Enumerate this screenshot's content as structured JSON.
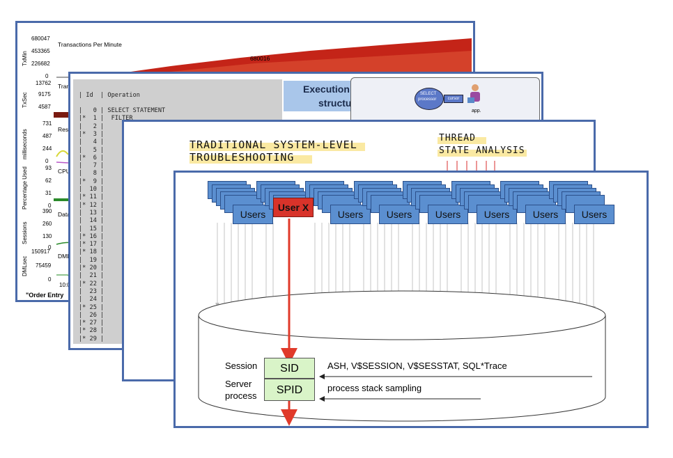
{
  "slide1": {
    "panels": [
      {
        "title": "Transactions Per Minute",
        "unit": "TxMin",
        "ticks": [
          "680047",
          "453365",
          "226682",
          "0"
        ],
        "peak_label": "680016"
      },
      {
        "title": "Tran",
        "unit": "TxSec",
        "ticks": [
          "13762",
          "9175",
          "4587"
        ]
      },
      {
        "title": "Resp",
        "unit": "milliseconds",
        "ticks": [
          "731",
          "487",
          "244",
          "0"
        ]
      },
      {
        "title": "CPU",
        "unit": "Percentage Used",
        "ticks": [
          "93",
          "62",
          "31",
          "0"
        ]
      },
      {
        "title": "Data",
        "unit": "Sessions",
        "ticks": [
          "390",
          "260",
          "130",
          "0"
        ]
      },
      {
        "title": "DML",
        "unit": "DMLsec",
        "ticks": [
          "150917",
          "75459",
          "0"
        ]
      }
    ],
    "time_tick": "10:0",
    "footer": "\"Order Entry"
  },
  "slide2": {
    "header": "| Id  | Operation",
    "rows": [
      "|   0 | SELECT STATEMENT",
      "|*  1 |  FILTER",
      "|   2 |",
      "|*  3 |",
      "|   4 |",
      "|   5 |",
      "|*  6 |",
      "|   7 |",
      "|   8 |",
      "|*  9 |",
      "|  10 |",
      "|* 11 |",
      "|* 12 |",
      "|  13 |",
      "|  14 |",
      "|  15 |",
      "|* 16 |",
      "|* 17 |",
      "|* 18 |",
      "|  19 |",
      "|* 20 |",
      "|  21 |",
      "|* 22 |",
      "|  23 |",
      "|  24 |",
      "|* 25 |",
      "|  26 |",
      "|* 27 |",
      "|* 28 |",
      "|* 29 |"
    ],
    "exec_title_1": "Execution",
    "exec_title_2": "structu",
    "proc_label_1": "SELECT",
    "proc_label_2": "processor",
    "cursor_label": "cursor",
    "app_label": "app."
  },
  "slide3": {
    "left_line1": "TRADITIONAL SYSTEM-LEVEL",
    "left_line2": "TROUBLESHOOTING",
    "right_line1": "THREAD",
    "right_line2": "STATE ANALYSIS"
  },
  "slide4": {
    "users_label": "Users",
    "userx_label": "User X",
    "session_label": "Session",
    "server_label_1": "Server",
    "server_label_2": "process",
    "sid_label": "SID",
    "spid_label": "SPID",
    "sid_sources": "ASH, V$SESSION, V$SESSTAT, SQL*Trace",
    "spid_sources": "process stack sampling",
    "colors": {
      "users_fill": "#5b8fd0",
      "userx_fill": "#d8332a",
      "arrow": "#e03a2a",
      "box_fill": "#d9f4c8"
    }
  }
}
